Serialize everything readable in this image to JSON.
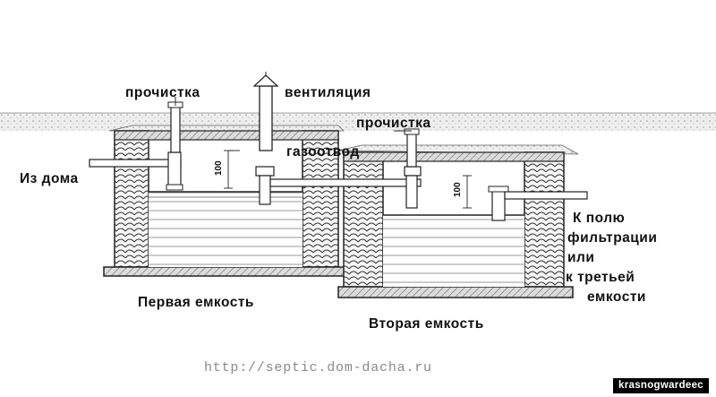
{
  "labels": {
    "cleanout_1": "прочистка",
    "ventilation": "вентиляция",
    "cleanout_2": "прочистка",
    "gas_outlet": "газоотвод",
    "from_house": "Из дома",
    "outlet_line1": "К полю",
    "outlet_line2": "фильтрации",
    "outlet_line3": "или",
    "outlet_line4": "к третьей",
    "outlet_line5": "емкости",
    "tank_1": "Первая емкость",
    "tank_2": "Вторая емкость",
    "dim_1": "100",
    "dim_2": "100"
  },
  "source_url": "http://septic.dom-dacha.ru",
  "watermark": "krasnogwardeec"
}
